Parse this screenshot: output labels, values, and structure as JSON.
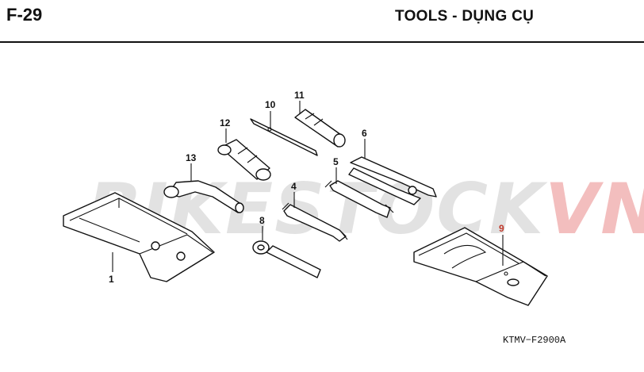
{
  "header": {
    "code": "F-29",
    "title": "TOOLS - DỤNG CỤ"
  },
  "watermark": {
    "part_a": "BIKESTOCK",
    "part_b": "VN"
  },
  "reference_code": "KTMV−F2900A",
  "parts": [
    {
      "number": "1",
      "icon": "tool-bag-icon"
    },
    {
      "number": "4",
      "icon": "open-end-wrench-icon"
    },
    {
      "number": "5",
      "icon": "open-end-wrench-icon"
    },
    {
      "number": "6",
      "icon": "pliers-icon"
    },
    {
      "number": "8",
      "icon": "ring-wrench-icon"
    },
    {
      "number": "9",
      "icon": "tool-bag-icon"
    },
    {
      "number": "10",
      "icon": "screwdriver-bit-icon"
    },
    {
      "number": "11",
      "icon": "screwdriver-handle-icon"
    },
    {
      "number": "12",
      "icon": "spark-plug-socket-icon"
    },
    {
      "number": "13",
      "icon": "socket-wrench-icon"
    }
  ],
  "colors": {
    "line": "#111111",
    "highlight_number": "#c0392b",
    "watermark_red": "#d62828"
  }
}
